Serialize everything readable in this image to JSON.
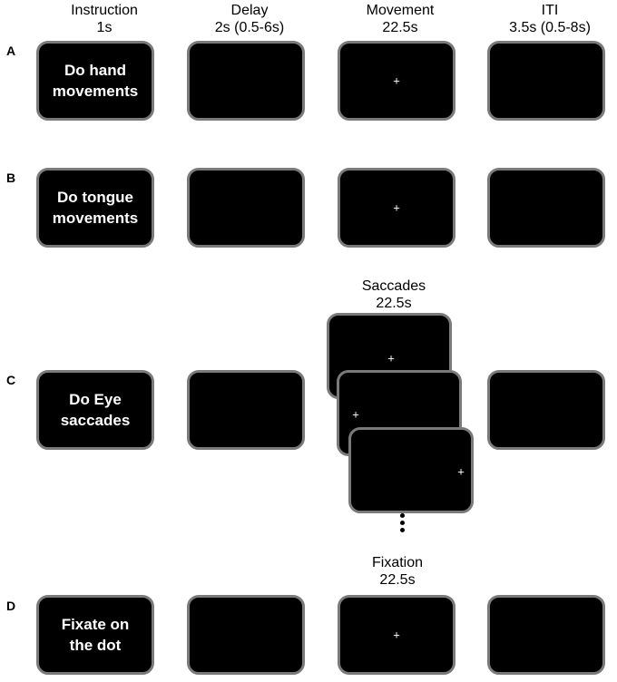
{
  "headers": {
    "instruction": {
      "title": "Instruction",
      "duration": "1s"
    },
    "delay": {
      "title": "Delay",
      "duration": "2s (0.5-6s)"
    },
    "movement": {
      "title": "Movement",
      "duration": "22.5s"
    },
    "iti": {
      "title": "ITI",
      "duration": "3.5s (0.5-8s)"
    },
    "saccades": {
      "title": "Saccades",
      "duration": "22.5s"
    },
    "fixation": {
      "title": "Fixation",
      "duration": "22.5s"
    }
  },
  "rows": {
    "a": {
      "label": "A",
      "instruction_line1": "Do hand",
      "instruction_line2": "movements"
    },
    "b": {
      "label": "B",
      "instruction_line1": "Do tongue",
      "instruction_line2": "movements"
    },
    "c": {
      "label": "C",
      "instruction_line1": "Do Eye",
      "instruction_line2": "saccades"
    },
    "d": {
      "label": "D",
      "instruction_line1": "Fixate on",
      "instruction_line2": "the dot"
    }
  },
  "symbols": {
    "fixation_cross": "+"
  },
  "colors": {
    "screen_fill": "#000000",
    "screen_border": "#7a7a7a",
    "text_on_screen": "#ffffff"
  }
}
